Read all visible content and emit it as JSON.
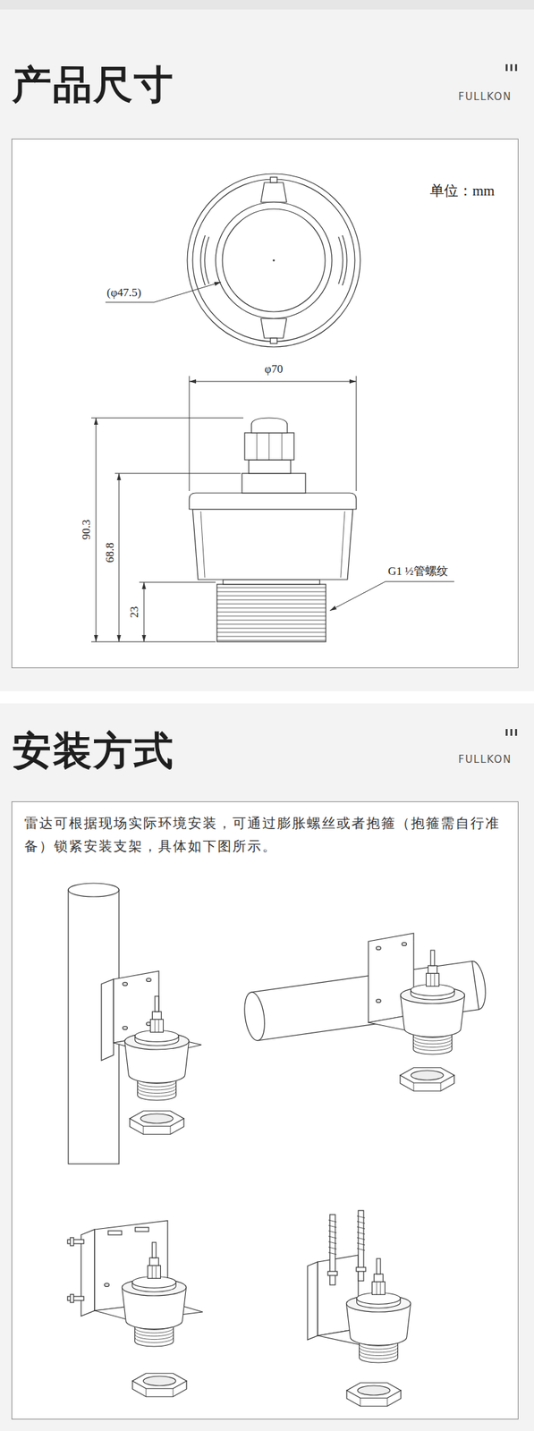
{
  "diagram": {
    "nodes": [
      {
        "text": [
          "产品尺寸",
          "单位：mm"
        ]
      },
      {
        "text": [
          "安装方式",
          "雷达可根据现场实际环境安装，可通过膨胀螺丝或者抱箍（抱箍需自行准备）锁紧安装支架，具体如下图所示。"
        ]
      }
    ],
    "labels": [
      "FULLKON",
      "(φ47.5)",
      "φ70",
      "90.3",
      "68.8",
      "23",
      "G1 ½管螺纹",
      "FULLKON"
    ]
  }
}
